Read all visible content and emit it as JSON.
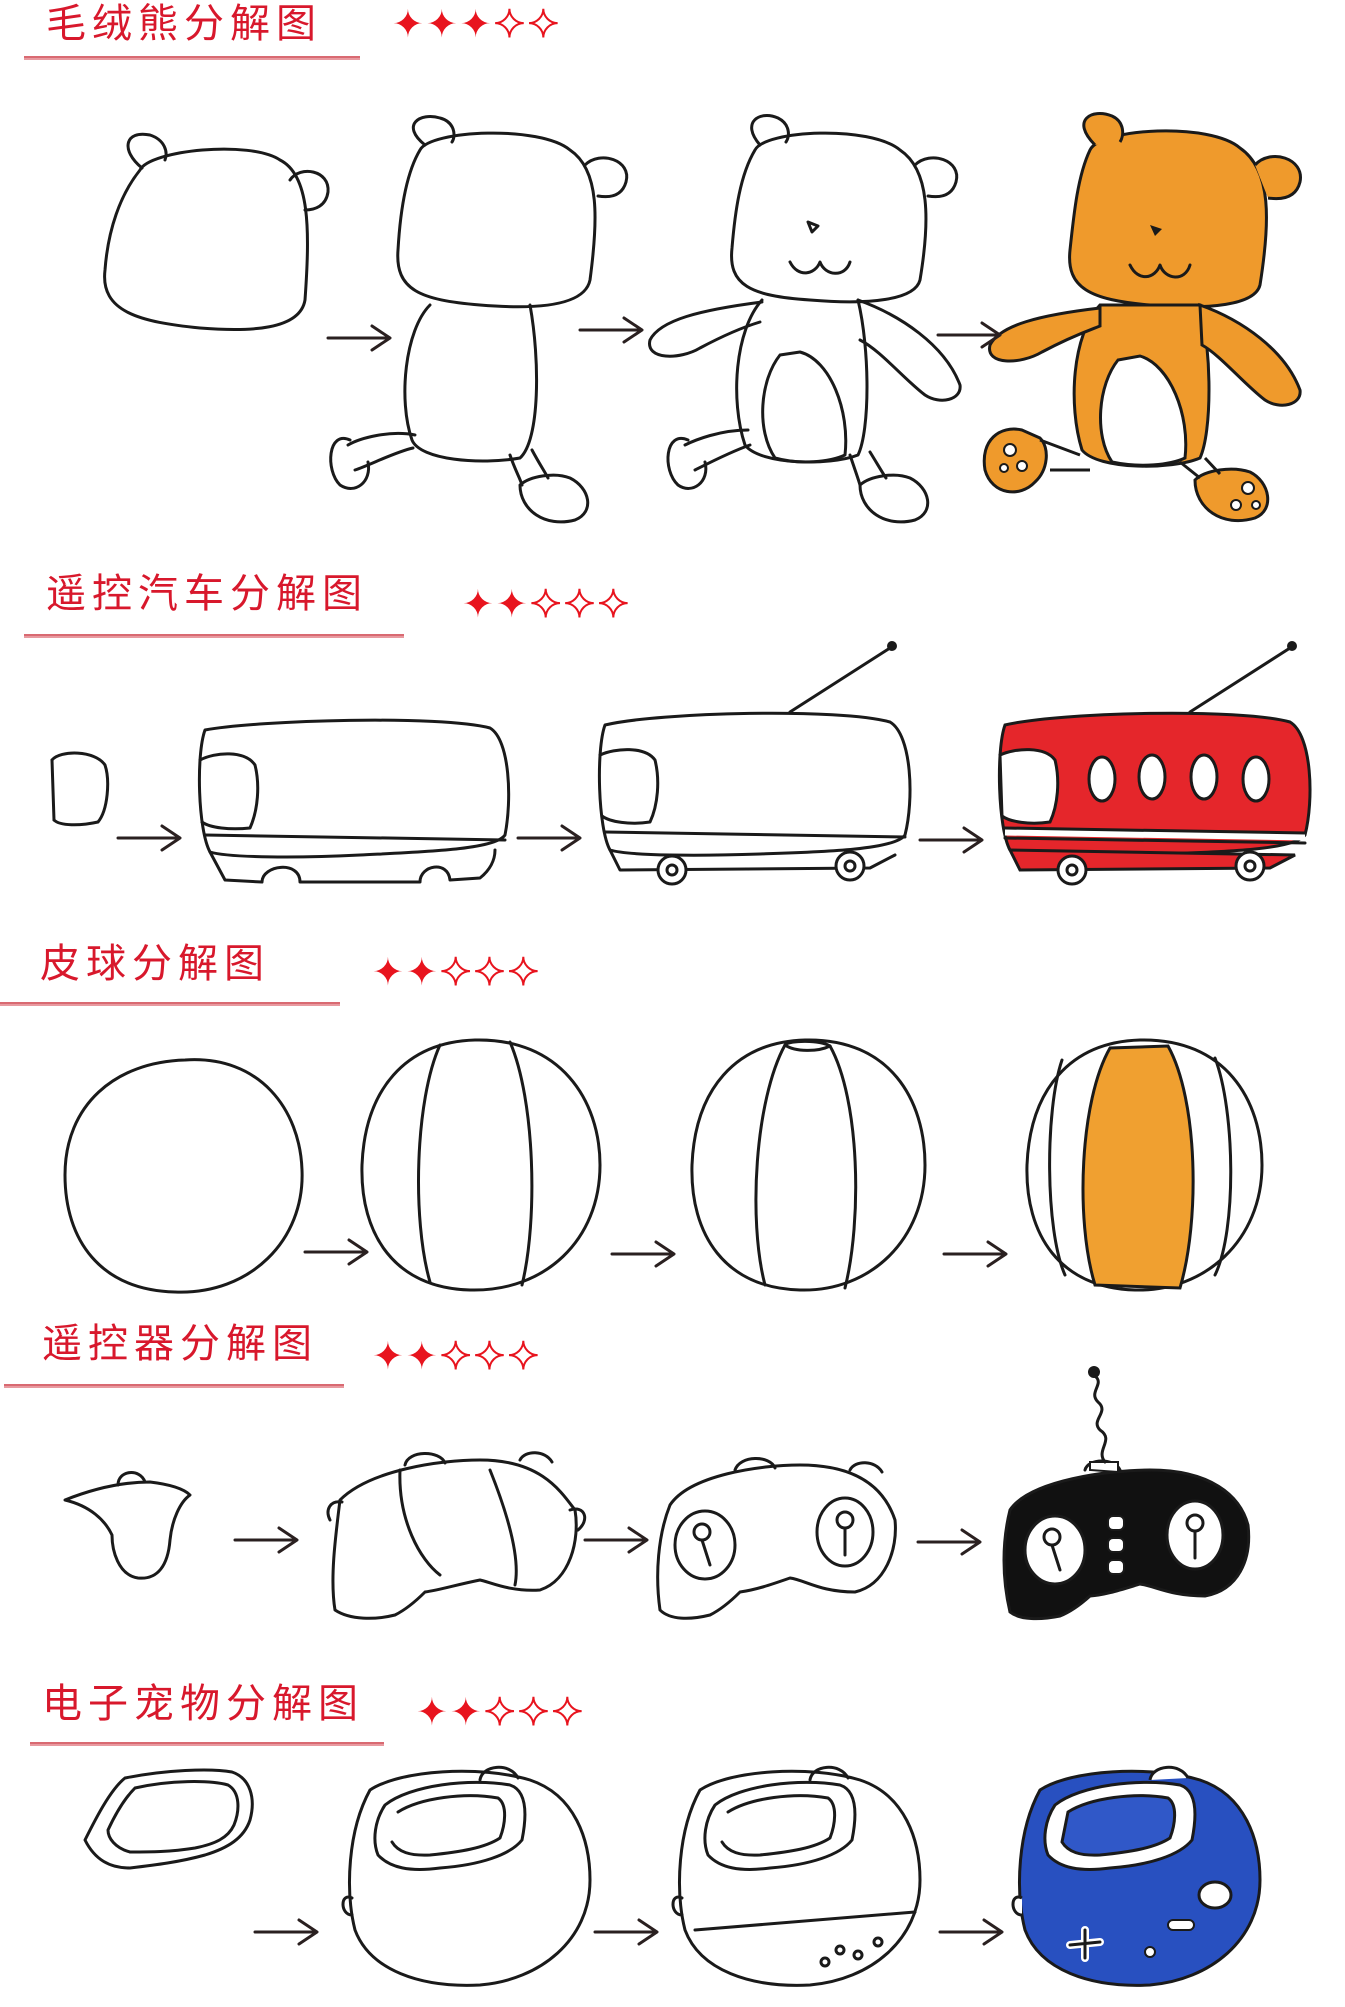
{
  "colors": {
    "title_red": "#d8182c",
    "star_red": "#e8141e",
    "bear_orange": "#ef9a2c",
    "car_red": "#e5262b",
    "ball_orange": "#f0a030",
    "remote_black": "#111111",
    "pet_blue": "#2850c0"
  },
  "sections": [
    {
      "title": "毛绒熊分解图",
      "rating": 3,
      "rating_max": 5
    },
    {
      "title": "遥控汽车分解图",
      "rating": 2,
      "rating_max": 5
    },
    {
      "title": "皮球分解图",
      "rating": 2,
      "rating_max": 5
    },
    {
      "title": "遥控器分解图",
      "rating": 2,
      "rating_max": 5
    },
    {
      "title": "电子宠物分解图",
      "rating": 2,
      "rating_max": 5
    }
  ],
  "icons": {
    "star_full": "red-filled-star-icon",
    "star_empty": "red-outline-star-icon",
    "arrow": "right-arrow-icon"
  }
}
